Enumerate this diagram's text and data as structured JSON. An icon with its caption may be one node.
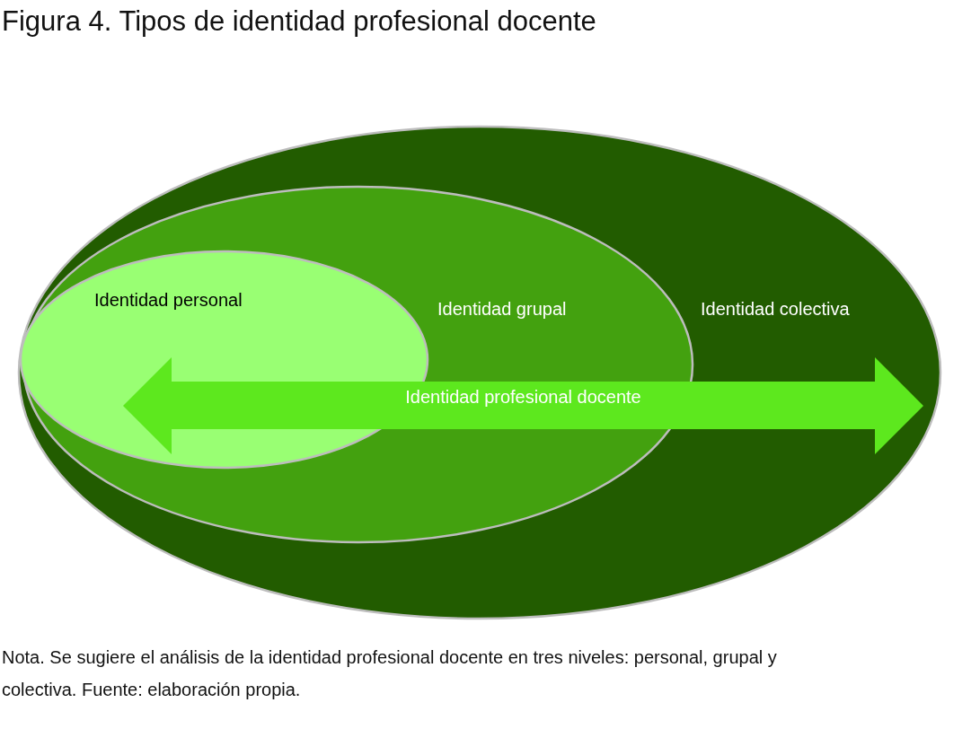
{
  "diagram": {
    "title": "Figura 4. Tipos de identidad profesional docente",
    "caption": "Nota. Se sugiere el análisis de la identidad profesional docente en tres niveles: personal, grupal y colectiva. Fuente: elaboración propia.",
    "nodes": [
      {
        "text": [
          "Identidad colectiva"
        ]
      },
      {
        "text": [
          "Identidad grupal"
        ],
        "in": 0
      },
      {
        "text": [
          "Identidad personal"
        ],
        "in": 1
      },
      {
        "text": [
          "Identidad profesional docente"
        ],
        "in": 0
      }
    ]
  }
}
